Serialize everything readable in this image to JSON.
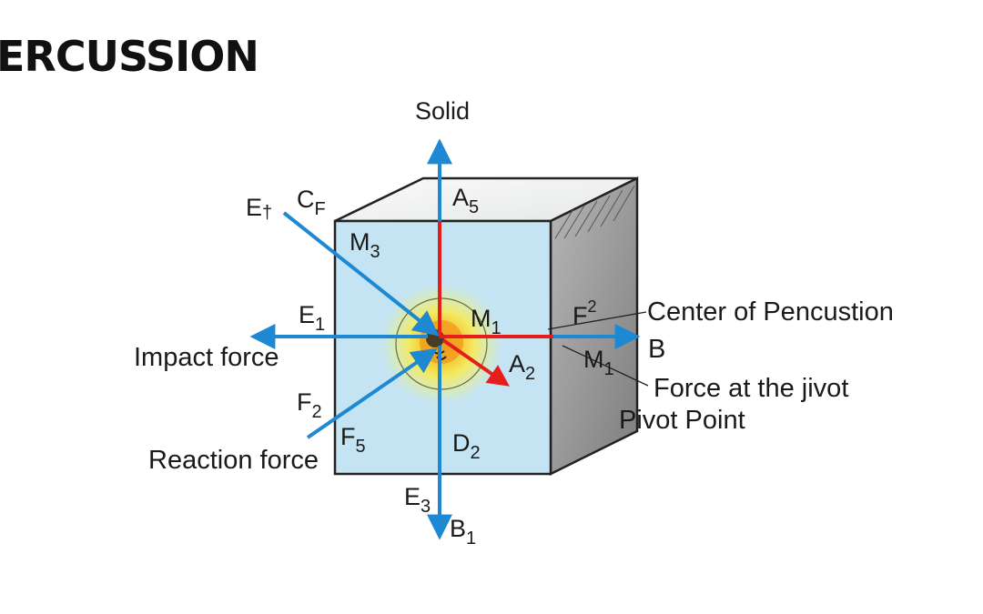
{
  "title": "ERCUSSION",
  "labels": {
    "solid": "Solid",
    "impact_force": "Impact force",
    "reaction_force": "Reaction force",
    "center_of_percussion": "Center of Pencustion",
    "b": "B",
    "force_at_pivot": "Force at the jivot",
    "pivot_point": "Pivot Point",
    "e_top": {
      "base": "E",
      "sub": "†"
    },
    "c_f": {
      "base": "C",
      "sub": "F"
    },
    "a5": {
      "base": "A",
      "sub": "5"
    },
    "m3": {
      "base": "M",
      "sub": "3"
    },
    "e1": {
      "base": "E",
      "sub": "1"
    },
    "m1_center": {
      "base": "M",
      "sub": "1"
    },
    "f_sup2": {
      "base": "F",
      "sup": "2"
    },
    "m1_right": {
      "base": "M",
      "sub": "1"
    },
    "a2": {
      "base": "A",
      "sub": "2"
    },
    "f2": {
      "base": "F",
      "sub": "2"
    },
    "f5": {
      "base": "F",
      "sub": "5"
    },
    "d2": {
      "base": "D",
      "sub": "2"
    },
    "e3": {
      "base": "E",
      "sub": "3"
    },
    "b1": {
      "base": "B",
      "sub": "1"
    }
  },
  "colors": {
    "front_face": "#c4e4f4",
    "side_face": "#9a9a9a",
    "top_face": "#f2f4f4",
    "arrow_blue": "#1e88d2",
    "arrow_red": "#e51d1d",
    "glow_center": "#f0a020",
    "glow_yellow": "#f4e04a"
  }
}
